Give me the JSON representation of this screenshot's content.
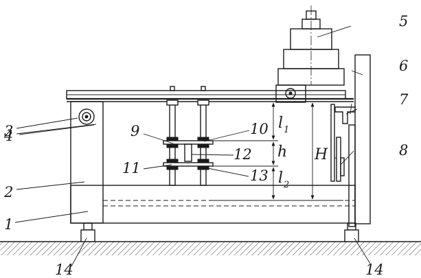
{
  "labels": {
    "l1": "1",
    "l2": "2",
    "l3": "3",
    "l4": "4",
    "l5": "5",
    "l6": "6",
    "l7": "7",
    "l8": "8",
    "l9": "9",
    "l10": "10",
    "l11": "11",
    "l12": "12",
    "l13": "13",
    "l14a": "14",
    "l14b": "14"
  },
  "dimensions": {
    "l_sym": "l",
    "l1_sub": "1",
    "h_sym": "h",
    "l_sym_2": "l",
    "l2_sub": "2",
    "H_sym": "H"
  }
}
